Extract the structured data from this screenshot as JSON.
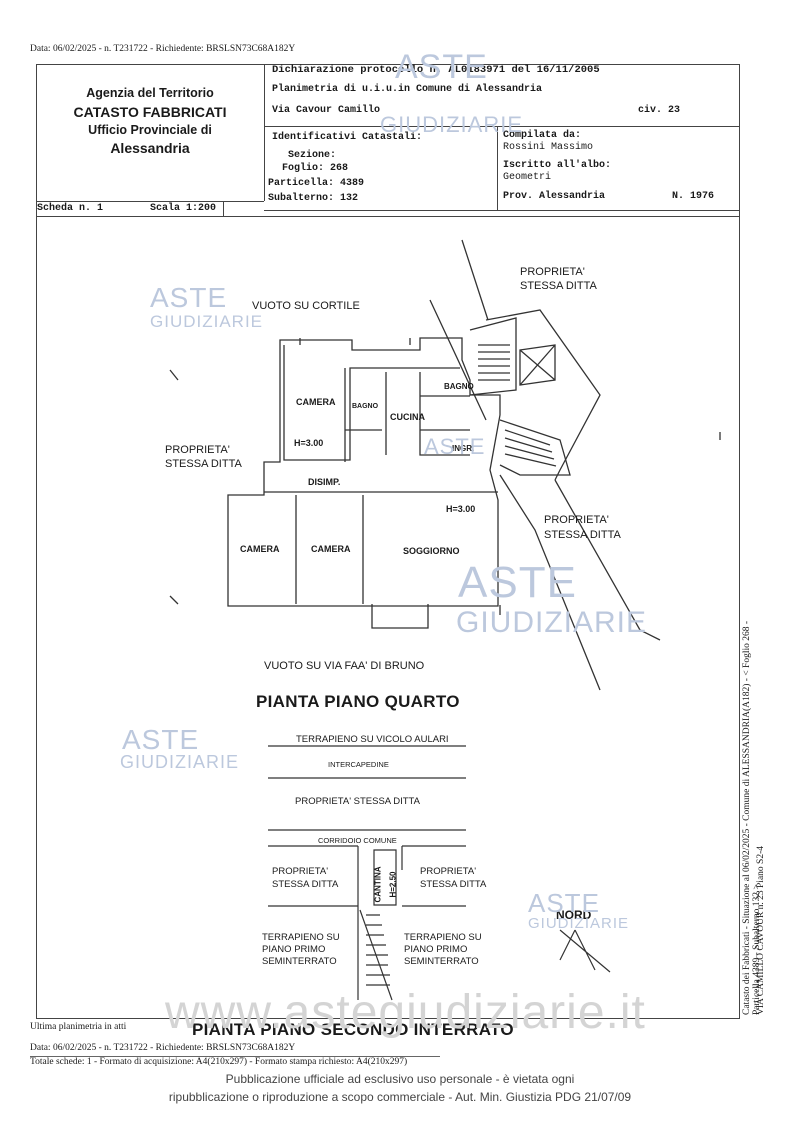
{
  "top_line": "Data: 06/02/2025 - n. T231722 - Richiedente: BRSLSN73C68A182Y",
  "header": {
    "agency": "Agenzia del Territorio",
    "catasto": "CATASTO FABBRICATI",
    "office": "Ufficio Provinciale di",
    "city": "Alessandria",
    "declaration": "Dichiarazione protocollo n. AL0183971 del 16/11/2005",
    "planimetry": "Planimetria di u.i.u.in Comune di Alessandria",
    "address": "Via Cavour Camillo",
    "civ": "civ. 23",
    "ident_title": "Identificativi Catastali:",
    "sezione": "Sezione:",
    "foglio": "Foglio: 268",
    "particella": "Particella: 4389",
    "subalterno": "Subalterno: 132",
    "compilata": "Compilata da:",
    "compiler": "Rossini Massimo",
    "iscritto": "Iscritto all'albo:",
    "albo": "Geometri",
    "prov": "Prov. Alessandria",
    "num": "N. 1976",
    "scheda": "Scheda n. 1",
    "scala": "Scala 1:200"
  },
  "plan": {
    "vuoto_cortile": "VUOTO SU CORTILE",
    "prop_ne": [
      "PROPRIETA'",
      "STESSA DITTA"
    ],
    "prop_w": [
      "PROPRIETA'",
      "STESSA DITTA"
    ],
    "prop_e": [
      "PROPRIETA'",
      "STESSA DITTA"
    ],
    "camera1": "CAMERA",
    "h1": "H=3.00",
    "bagno1": "BAGNO",
    "cucina": "CUCINA",
    "bagno2": "BAGNO",
    "ingr": "INGR.",
    "disimp": "DISIMP.",
    "h2": "H=3.00",
    "camera2": "CAMERA",
    "camera3": "CAMERA",
    "soggiorno": "SOGGIORNO",
    "vuoto_via": "VUOTO SU VIA FAA' DI BRUNO",
    "title_quarto": "PIANTA PIANO QUARTO",
    "terrapieno_vicolo": "TERRAPIENO SU VICOLO AULARI",
    "intercapedine": "INTERCAPEDINE",
    "prop_stessa": "PROPRIETA' STESSA DITTA",
    "corridoio": "CORRIDOIO COMUNE",
    "prop_l": [
      "PROPRIETA'",
      "STESSA DITTA"
    ],
    "cantina": "CANTINA",
    "h3": "H=2.50",
    "prop_r": [
      "PROPRIETA'",
      "STESSA DITTA"
    ],
    "nord": "NORD",
    "terr_l": [
      "TERRAPIENO SU",
      "PIANO PRIMO",
      "SEMINTERRATO"
    ],
    "terr_r": [
      "TERRAPIENO SU",
      "PIANO PRIMO",
      "SEMINTERRATO"
    ],
    "title_interrato": "PIANTA PIANO SECONDO INTERRATO"
  },
  "watermark": {
    "aste": "ASTE",
    "giudiziarie": "GIUDIZIARIE",
    "site": "www.astegiudiziarie.it"
  },
  "footer": {
    "ultima": "Ultima planimetria in atti",
    "data": "Data: 06/02/2025 - n. T231722 - Richiedente: BRSLSN73C68A182Y",
    "totale": "Totale schede: 1 - Formato di acquisizione: A4(210x297) - Formato stampa richiesto: A4(210x297)",
    "pub1": "Pubblicazione ufficiale ad esclusivo uso personale - è vietata ogni",
    "pub2": "ripubblicazione o riproduzione a scopo commerciale - Aut. Min. Giustizia PDG 21/07/09"
  },
  "side_text": {
    "line1": "Catasto dei Fabbricati - Situazione al 06/02/2025 - Comune di ALESSANDRIA(A182) - < Foglio 268 - Particella 4389 - Subalterno 132 >",
    "line2": "VIA CAMILLO CAVOUR n. 23 Piano S2-4"
  }
}
